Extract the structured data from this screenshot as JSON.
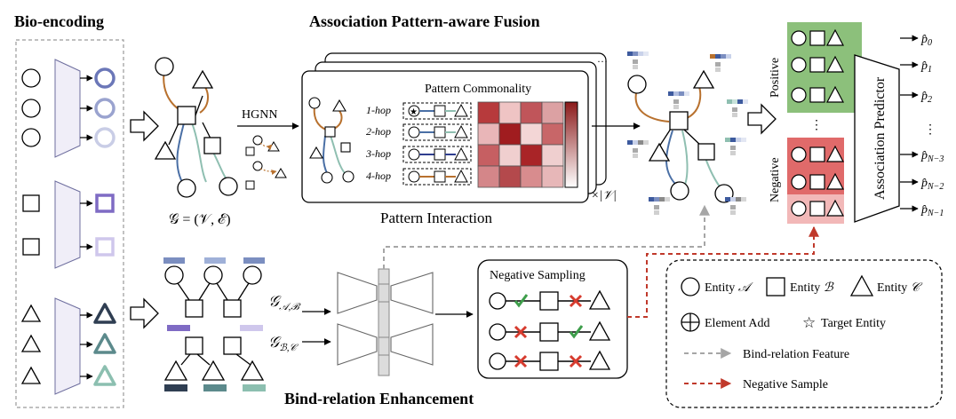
{
  "titles": {
    "bio_encoding": "Bio-encoding",
    "fusion": "Association Pattern-aware Fusion",
    "bind": "Bind-relation Enhancement"
  },
  "graph": {
    "main_label": "𝒢 = (𝒱, ℰ)",
    "hgnn": "HGNN",
    "g_ab": "𝒢",
    "g_ab_sub": "𝒜,ℬ",
    "g_bc": "𝒢",
    "g_bc_sub": "ℬ,𝒞"
  },
  "pattern": {
    "commonality": "Pattern Commonality",
    "interaction": "Pattern Interaction",
    "times_v": "×|𝒱|",
    "hops": [
      "1-hop",
      "2-hop",
      "3-hop",
      "4-hop"
    ],
    "heatmap": [
      [
        "#b73a3c",
        "#efc4c4",
        "#c0555a",
        "#dca1a3"
      ],
      [
        "#e9b6b8",
        "#a01c1f",
        "#f3d6d6",
        "#c86668"
      ],
      [
        "#c65f62",
        "#f0cfcf",
        "#a92427",
        "#efcfcf"
      ],
      [
        "#d48689",
        "#b4494c",
        "#d88c8e",
        "#e7b7b8"
      ]
    ]
  },
  "predictor": {
    "positive": "Positive",
    "negative": "Negative",
    "title": "Association Predictor",
    "p": "p̂",
    "subs": [
      "0",
      "1",
      "2",
      "N−3",
      "N−2",
      "N−1"
    ],
    "dots": "⋮"
  },
  "sampling": {
    "title": "Negative Sampling"
  },
  "legend": {
    "entity_a": "Entity",
    "entity_a_sym": "𝒜",
    "entity_b": "Entity",
    "entity_b_sym": "ℬ",
    "entity_c": "Entity",
    "entity_c_sym": "𝒞",
    "element_add": "Element Add",
    "target": "Target Entity",
    "bind_feature": "Bind-relation Feature",
    "neg_sample": "Negative Sample"
  },
  "colors": {
    "orange_edge": "#b8712e",
    "blue_edge": "#4a6fa5",
    "teal_edge": "#8fbfb1",
    "purple": "#7f6bc4",
    "positive_bg": "#8cc07b",
    "negative_bg": "#e06a6a",
    "negative_light": "#f2b8b8",
    "green_check": "#3e9e4b",
    "red_cross": "#d63b2e",
    "dash_red": "#c0392b",
    "dash_gray": "#a6a6a6"
  }
}
